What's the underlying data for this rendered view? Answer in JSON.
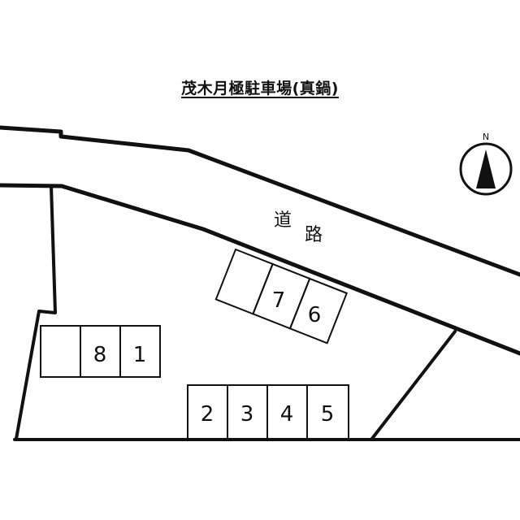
{
  "map": {
    "title": "茂木月極駐車場(真鍋)",
    "road_label_1": "道",
    "road_label_2": "路",
    "north_label": "N",
    "line_color": "#111111",
    "background": "#ffffff"
  },
  "spaces": {
    "s1": "1",
    "s2": "2",
    "s3": "3",
    "s4": "4",
    "s5": "5",
    "s6": "6",
    "s7": "7",
    "s8": "8",
    "blank_top": "",
    "blank_left": ""
  }
}
